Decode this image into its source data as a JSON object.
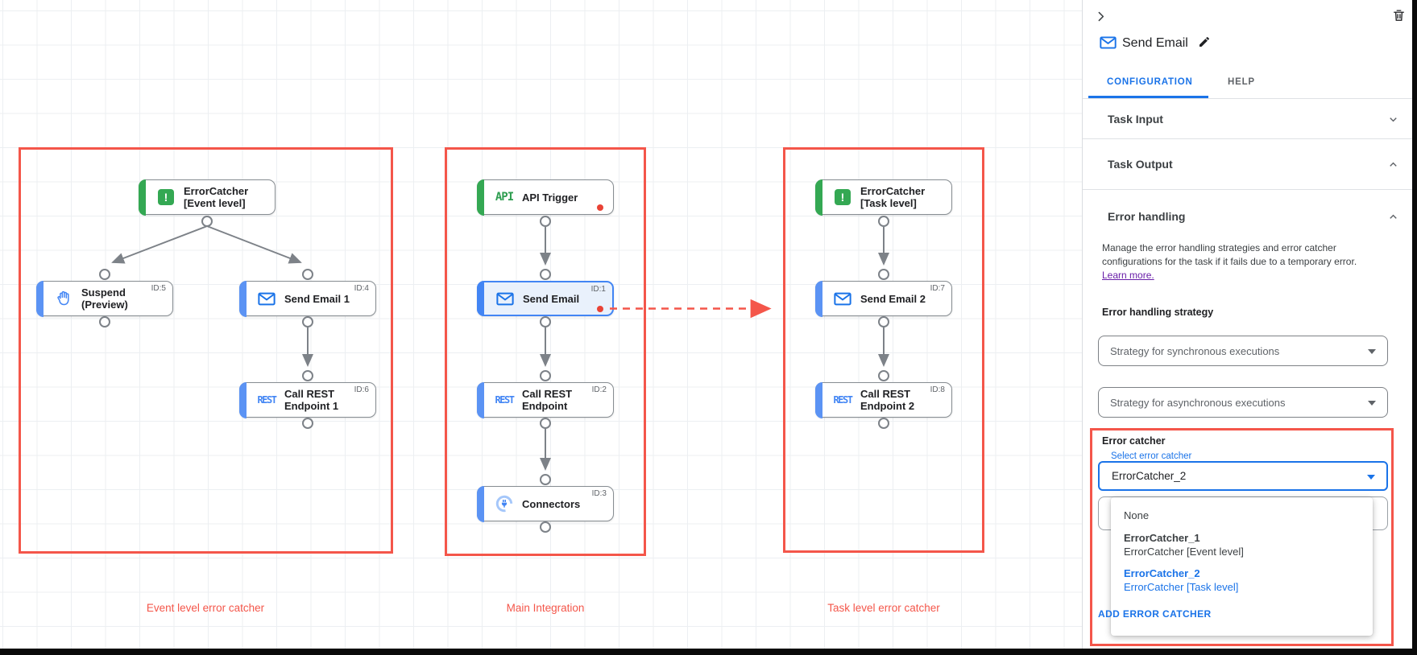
{
  "canvas": {
    "groups": [
      {
        "caption": "Event level error catcher"
      },
      {
        "caption": "Main Integration"
      },
      {
        "caption": "Task level error catcher"
      }
    ],
    "nodes": [
      {
        "label": "ErrorCatcher\n[Event level]",
        "id_badge": "",
        "type": "error-catcher"
      },
      {
        "label": "Suspend\n(Preview)",
        "id_badge": "ID:5",
        "type": "suspend"
      },
      {
        "label": "Send Email 1",
        "id_badge": "ID:4",
        "type": "email"
      },
      {
        "label": "Call REST\nEndpoint 1",
        "id_badge": "ID:6",
        "type": "rest"
      },
      {
        "label": "API Trigger",
        "id_badge": "",
        "type": "api-trigger"
      },
      {
        "label": "Send Email",
        "id_badge": "ID:1",
        "type": "email",
        "selected": true
      },
      {
        "label": "Call REST\nEndpoint",
        "id_badge": "ID:2",
        "type": "rest"
      },
      {
        "label": "Connectors",
        "id_badge": "ID:3",
        "type": "connector"
      },
      {
        "label": "ErrorCatcher\n[Task level]",
        "id_badge": "",
        "type": "error-catcher"
      },
      {
        "label": "Send Email 2",
        "id_badge": "ID:7",
        "type": "email"
      },
      {
        "label": "Call REST\nEndpoint 2",
        "id_badge": "ID:8",
        "type": "rest"
      }
    ],
    "icon_texts": {
      "api": "API",
      "rest": "REST",
      "error_mark": "!"
    }
  },
  "panel": {
    "title": "Send Email",
    "tabs": {
      "configuration": "CONFIGURATION",
      "help": "HELP"
    },
    "sections": {
      "task_input": "Task Input",
      "task_output": "Task Output",
      "error_handling": "Error handling"
    },
    "error_handling": {
      "description_line1": "Manage the error handling strategies and error catcher",
      "description_line2": "configurations for the task if it fails due to a temporary error.",
      "learn_more": "Learn more.",
      "strategy_label": "Error handling strategy",
      "sync_select": "Strategy for synchronous executions",
      "async_select": "Strategy for asynchronous executions",
      "catcher_label": "Error catcher",
      "select_label": "Select error catcher",
      "select_value": "ErrorCatcher_2",
      "menu": {
        "none": "None",
        "option1_name": "ErrorCatcher_1",
        "option1_desc": "ErrorCatcher [Event level]",
        "option2_name": "ErrorCatcher_2",
        "option2_desc": "ErrorCatcher [Task level]",
        "add_button": "ADD ERROR CATCHER"
      }
    }
  },
  "colors": {
    "accent_blue": "#1a73e8",
    "node_green": "#34a853",
    "node_blue": "#4285f4",
    "annotation_red": "#f4564a",
    "link_purple": "#681da8"
  }
}
